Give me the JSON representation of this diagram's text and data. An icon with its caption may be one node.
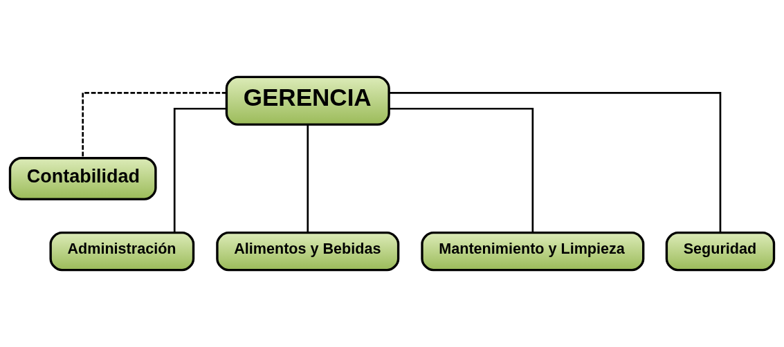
{
  "diagram": {
    "nodes": [
      {
        "text": [
          "GERENCIA"
        ]
      },
      {
        "text": [
          "Contabilidad"
        ]
      },
      {
        "text": [
          "Administración"
        ]
      },
      {
        "text": [
          "Alimentos y Bebidas"
        ]
      },
      {
        "text": [
          "Mantenimiento y Limpieza"
        ]
      },
      {
        "text": [
          "Seguridad"
        ]
      }
    ],
    "edges": [
      {
        "from": 0,
        "to": 1,
        "arrow": "none",
        "style": "dashed"
      },
      {
        "from": 0,
        "to": 2,
        "arrow": "none"
      },
      {
        "from": 0,
        "to": 3,
        "arrow": "none"
      },
      {
        "from": 0,
        "to": 4,
        "arrow": "none"
      },
      {
        "from": 0,
        "to": 5,
        "arrow": "none"
      }
    ]
  }
}
